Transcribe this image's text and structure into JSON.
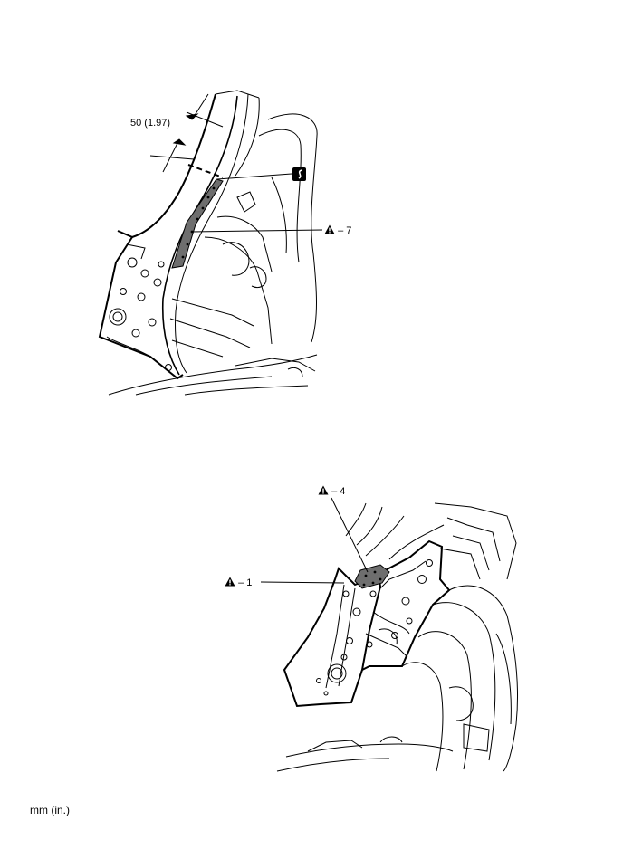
{
  "top_figure": {
    "dimension_label": "50 (1.97)",
    "callout_7": "7",
    "section_icon": "section-cut-icon",
    "warning_icon": "warning-triangle-icon"
  },
  "bottom_figure": {
    "callout_4": "4",
    "callout_1": "1",
    "warning_icon": "warning-triangle-icon"
  },
  "units_label": "mm (in.)",
  "colors": {
    "line": "#000000",
    "weld_fill": "#6e6e6e",
    "background": "#ffffff"
  }
}
